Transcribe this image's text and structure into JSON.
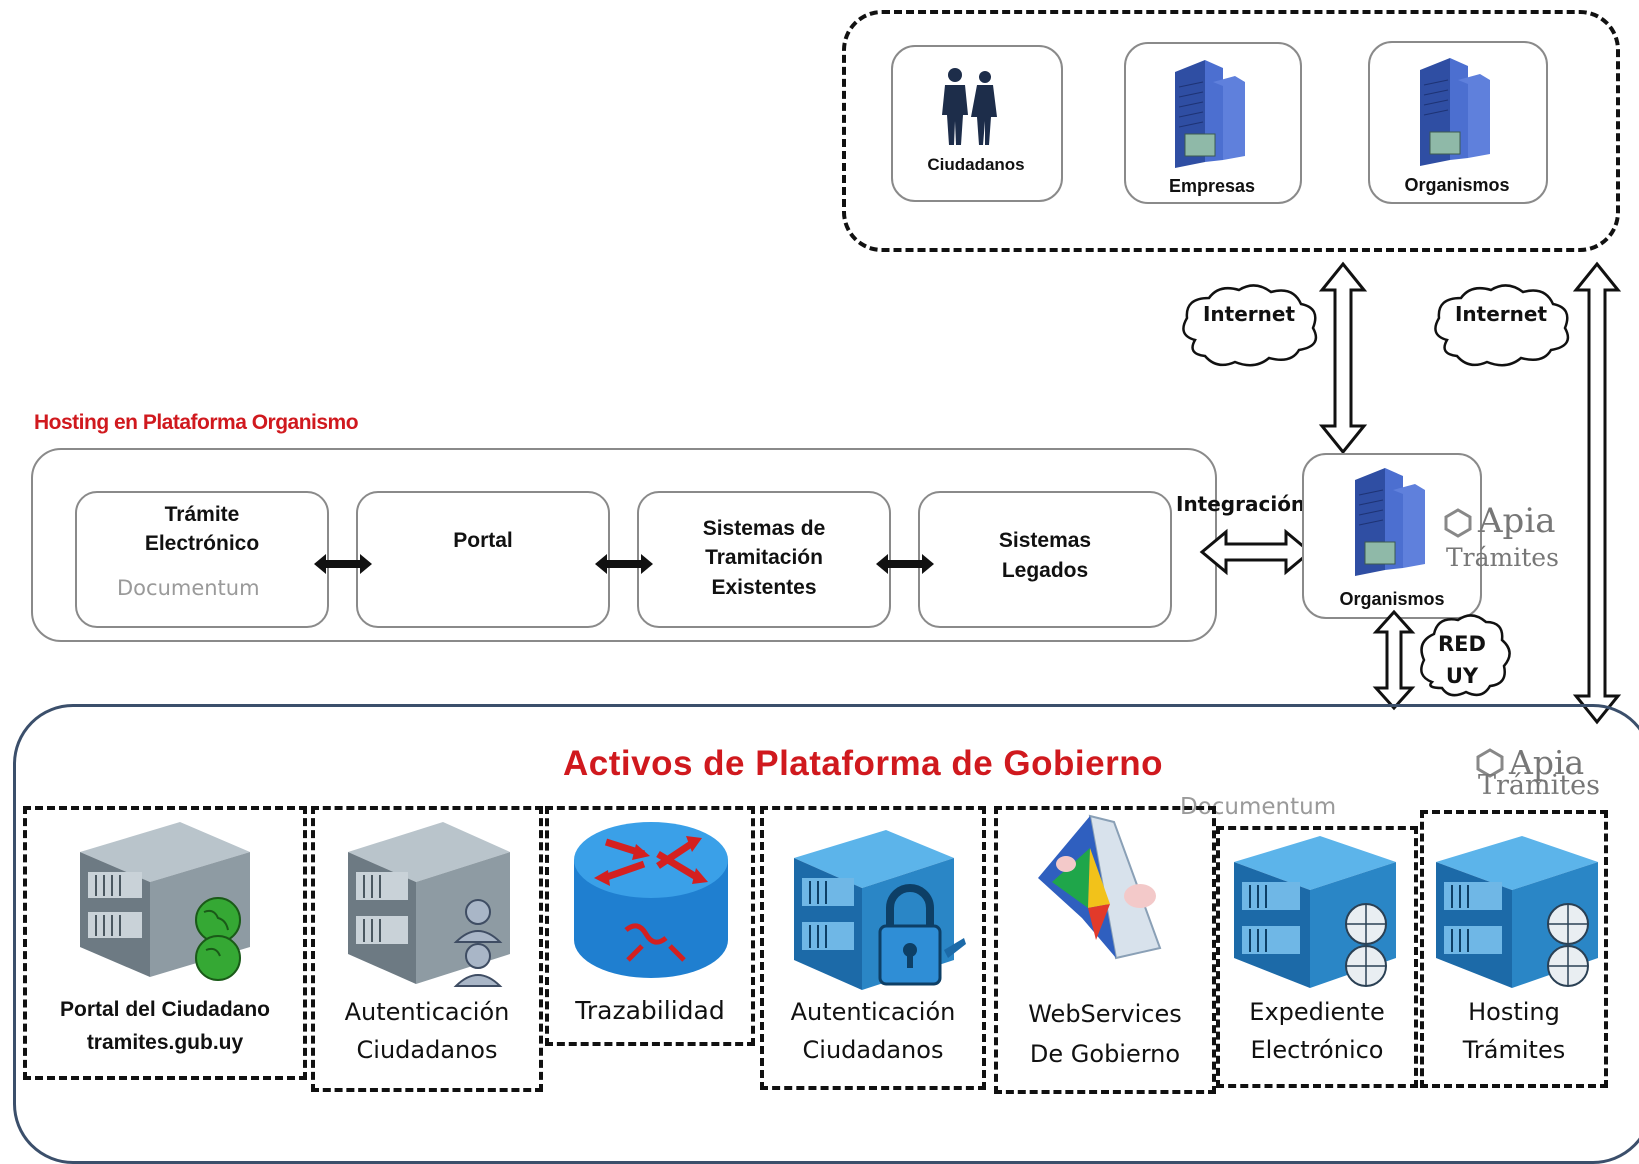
{
  "actors": {
    "ciudadanos": "Ciudadanos",
    "empresas": "Empresas",
    "organismos": "Organismos"
  },
  "network": {
    "internet_1": "Internet",
    "internet_2": "Internet",
    "red_uy_line1": "RED",
    "red_uy_line2": "UY",
    "integracion": "Integración"
  },
  "hosting": {
    "title": "Hosting en Plataforma Organismo",
    "tramite_line1": "Trámite",
    "tramite_line2": "Electrónico",
    "portal": "Portal",
    "sistemas_line1": "Sistemas de",
    "sistemas_line2": "Tramitación",
    "sistemas_line3": "Existentes",
    "legados_line1": "Sistemas",
    "legados_line2": "Legados",
    "documentum": "Documentum"
  },
  "organismo_node": {
    "label": "Organismos",
    "apia_line1": "Apia",
    "apia_line2": "Trámites"
  },
  "gobierno": {
    "title": "Activos de Plataforma de Gobierno",
    "apia_line1": "Apia",
    "apia_line2": "Trámites",
    "documentum": "Documentum",
    "items": [
      {
        "line1": "Portal del Ciudadano",
        "line2": "tramites.gub.uy"
      },
      {
        "line1": "Autenticación",
        "line2": "Ciudadanos"
      },
      {
        "line1": "Trazabilidad",
        "line2": ""
      },
      {
        "line1": "Autenticación",
        "line2": "Ciudadanos"
      },
      {
        "line1": "WebServices",
        "line2": "De Gobierno"
      },
      {
        "line1": "Expediente",
        "line2": "Electrónico"
      },
      {
        "line1": "Hosting",
        "line2": "Trámites"
      }
    ]
  },
  "colors": {
    "title_red": "#d0191e",
    "building_blue": "#3f5fb5",
    "server_grey": "#7d8a92",
    "server_blue": "#2a86c6",
    "globe_green": "#35a834"
  }
}
